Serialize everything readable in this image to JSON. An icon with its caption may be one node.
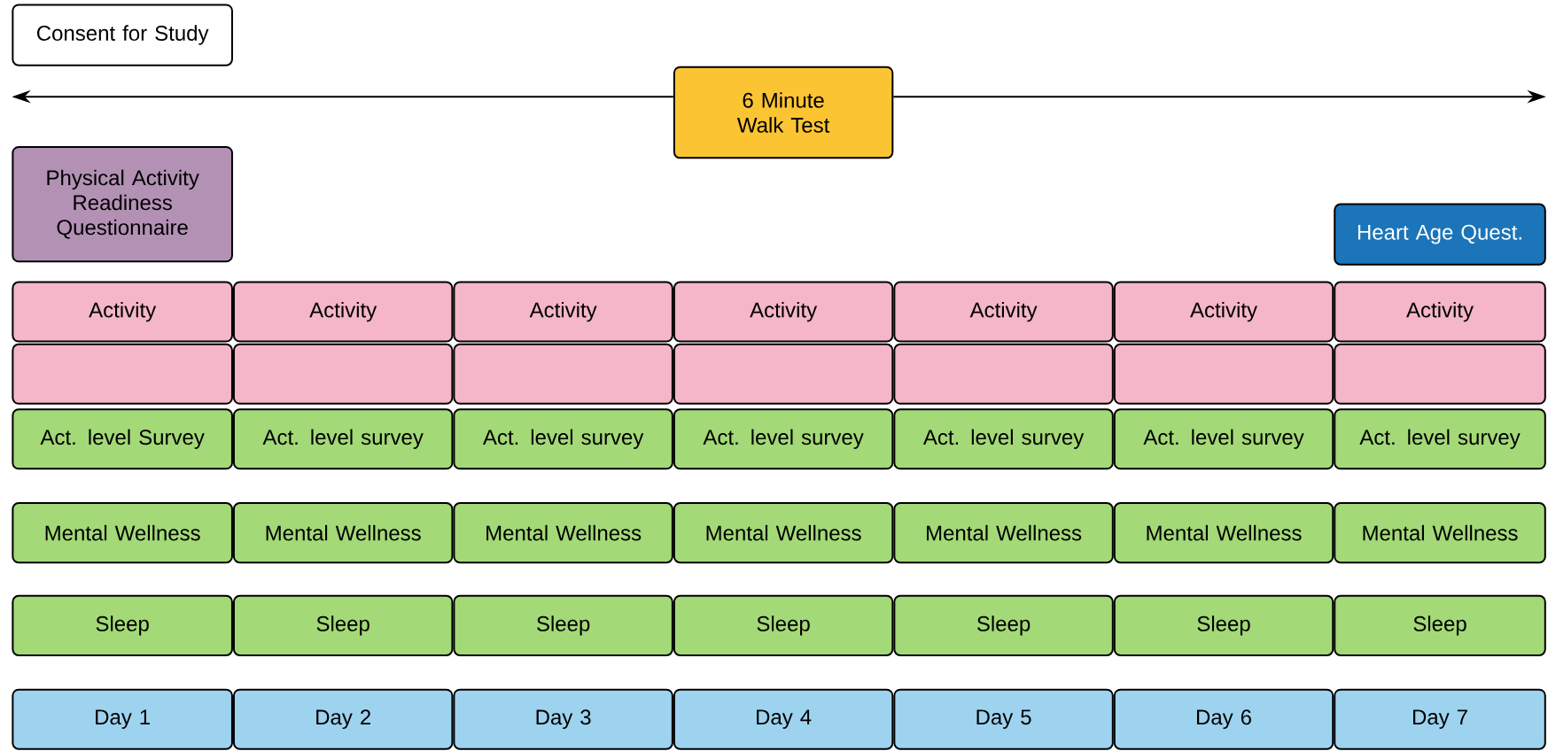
{
  "diagram": {
    "nodes": [
      {
        "text": [
          "Consent for Study"
        ]
      },
      {
        "text": [
          "6 Minute Walk Test"
        ]
      },
      {
        "text": [
          "Physical Activity Readiness Questionnaire"
        ]
      },
      {
        "text": [
          "Heart Age Quest."
        ]
      },
      {
        "text": [
          "Activity"
        ]
      },
      {
        "text": [
          "Activity"
        ]
      },
      {
        "text": [
          "Activity"
        ]
      },
      {
        "text": [
          "Activity"
        ]
      },
      {
        "text": [
          "Activity"
        ]
      },
      {
        "text": [
          "Activity"
        ]
      },
      {
        "text": [
          "Activity"
        ]
      },
      {
        "text": [],
        "shape": "box"
      },
      {
        "text": [],
        "shape": "box"
      },
      {
        "text": [],
        "shape": "box"
      },
      {
        "text": [],
        "shape": "box"
      },
      {
        "text": [],
        "shape": "box"
      },
      {
        "text": [],
        "shape": "box"
      },
      {
        "text": [],
        "shape": "box"
      },
      {
        "text": [
          "Act. level Survey"
        ]
      },
      {
        "text": [
          "Act. level survey"
        ]
      },
      {
        "text": [
          "Act. level survey"
        ]
      },
      {
        "text": [
          "Act. level survey"
        ]
      },
      {
        "text": [
          "Act. level survey"
        ]
      },
      {
        "text": [
          "Act. level survey"
        ]
      },
      {
        "text": [
          "Act. level survey"
        ]
      },
      {
        "text": [
          "Mental Wellness"
        ]
      },
      {
        "text": [
          "Mental Wellness"
        ]
      },
      {
        "text": [
          "Mental Wellness"
        ]
      },
      {
        "text": [
          "Mental Wellness"
        ]
      },
      {
        "text": [
          "Mental Wellness"
        ]
      },
      {
        "text": [
          "Mental Wellness"
        ]
      },
      {
        "text": [
          "Mental Wellness"
        ]
      },
      {
        "text": [
          "Sleep"
        ]
      },
      {
        "text": [
          "Sleep"
        ]
      },
      {
        "text": [
          "Sleep"
        ]
      },
      {
        "text": [
          "Sleep"
        ]
      },
      {
        "text": [
          "Sleep"
        ]
      },
      {
        "text": [
          "Sleep"
        ]
      },
      {
        "text": [
          "Sleep"
        ]
      },
      {
        "text": [
          "Day 1"
        ]
      },
      {
        "text": [
          "Day 2"
        ]
      },
      {
        "text": [
          "Day 3"
        ]
      },
      {
        "text": [
          "Day 4"
        ]
      },
      {
        "text": [
          "Day 5"
        ]
      },
      {
        "text": [
          "Day 6"
        ]
      },
      {
        "text": [
          "Day 7"
        ]
      }
    ],
    "edges": [
      {
        "from": 1,
        "to": null,
        "arrow": "to"
      },
      {
        "from": 1,
        "to": null,
        "arrow": "to"
      }
    ]
  }
}
